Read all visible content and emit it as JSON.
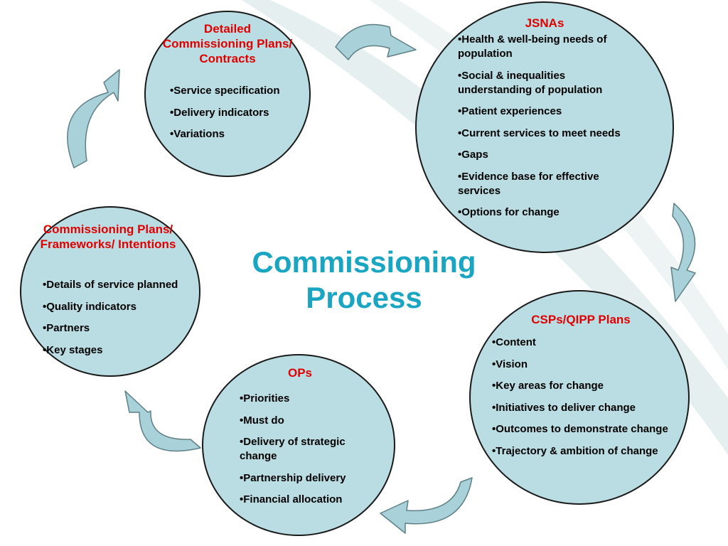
{
  "title": "Commissioning Process",
  "colors": {
    "circle_fill": "#b9dde2",
    "title_red": "#e00000",
    "center_title": "#1aa6c2",
    "arrow_fill": "#a9d1d9"
  },
  "nodes": {
    "detailed_plans": {
      "title": "Detailed Commissioning Plans/ Contracts",
      "items": [
        "Service specification",
        "Delivery indicators",
        "Variations"
      ]
    },
    "jsnas": {
      "title": "JSNAs",
      "items": [
        "Health & well-being needs of population",
        "Social & inequalities understanding of population",
        "Patient experiences",
        "Current services to meet needs",
        "Gaps",
        "Evidence base for effective services",
        "Options for change"
      ]
    },
    "csps": {
      "title": "CSPs/QIPP Plans",
      "items": [
        "Content",
        "Vision",
        "Key areas for change",
        "Initiatives to deliver change",
        "Outcomes to demonstrate change",
        "Trajectory & ambition of change"
      ]
    },
    "ops": {
      "title": "OPs",
      "items": [
        "Priorities",
        "Must do",
        "Delivery of strategic change",
        "Partnership delivery",
        "Financial allocation"
      ]
    },
    "frameworks": {
      "title": "Commissioning Plans/ Frameworks/ Intentions",
      "items": [
        "Details of service planned",
        "Quality indicators",
        "Partners",
        "Key stages"
      ]
    }
  }
}
